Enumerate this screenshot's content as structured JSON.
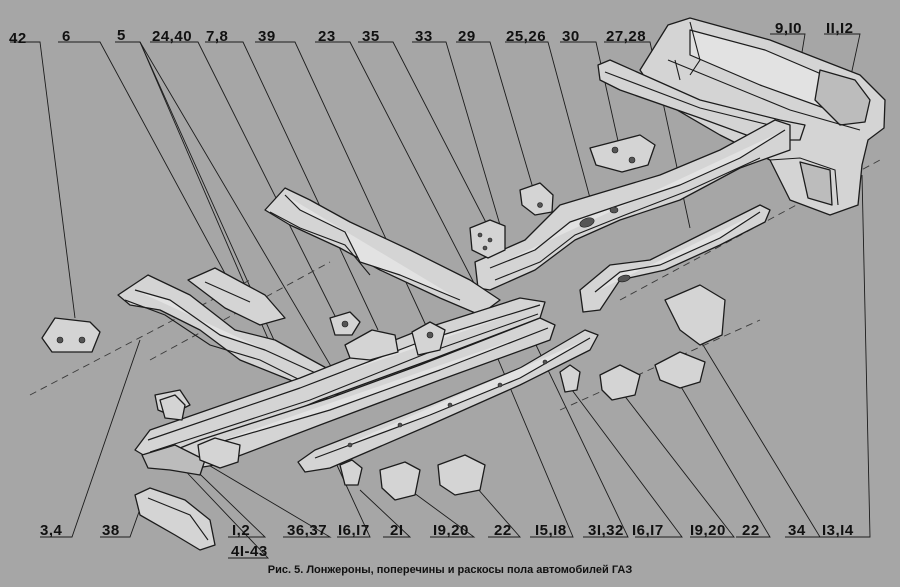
{
  "caption": "Рис. 5. Лонжероны, поперечины и раскосы пола автомобилей ГАЗ",
  "labels": {
    "top": [
      "42",
      "6",
      "5",
      "24,40",
      "7,8",
      "39",
      "23",
      "35",
      "33",
      "29",
      "25,26",
      "30",
      "27,28",
      "9,I0",
      "II,I2"
    ],
    "bottom": [
      "3,4",
      "38",
      "I,2",
      "4I-43",
      "36,37",
      "I6,I7",
      "2I",
      "I9,20",
      "22",
      "I5,I8",
      "3I,32",
      "I6,I7",
      "I9,20",
      "22",
      "34",
      "I3,I4"
    ]
  },
  "colors": {
    "background": "#a6a6a6",
    "part_fill": "#d6d6d6",
    "part_fill_dark": "#bdbdbd",
    "outline": "#1e1e1e"
  }
}
